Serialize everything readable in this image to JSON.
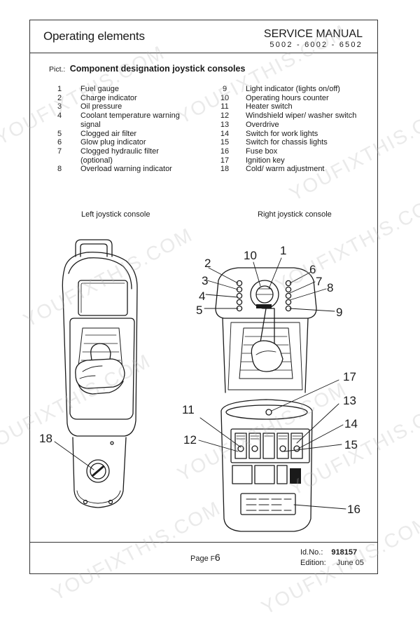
{
  "header": {
    "title": "Operating elements",
    "manual": "SERVICE MANUAL",
    "models": "5002 - 6002 - 6502"
  },
  "picture": {
    "label": "Pict.:",
    "title": "Component designation joystick consoles"
  },
  "legend_left": [
    {
      "num": "1",
      "text": "Fuel gauge"
    },
    {
      "num": "2",
      "text": "Charge indicator"
    },
    {
      "num": "3",
      "text": "Oil pressure"
    },
    {
      "num": "4",
      "text": "Coolant temperature warning",
      "cont": "signal"
    },
    {
      "num": "5",
      "text": "Clogged air filter"
    },
    {
      "num": "6",
      "text": "Glow plug indicator"
    },
    {
      "num": "7",
      "text": "Clogged hydraulic filter",
      "cont": "(optional)"
    },
    {
      "num": "8",
      "text": "Overload warning indicator"
    }
  ],
  "legend_right": [
    {
      "num": "9",
      "text": "Light indicator (lights on/off)"
    },
    {
      "num": "10",
      "text": "Operating hours counter"
    },
    {
      "num": "11",
      "text": "Heater switch"
    },
    {
      "num": "12",
      "text": "Windshield wiper/ washer switch"
    },
    {
      "num": "13",
      "text": "Overdrive"
    },
    {
      "num": "14",
      "text": "Switch for work lights"
    },
    {
      "num": "15",
      "text": "Switch for chassis lights"
    },
    {
      "num": "16",
      "text": "Fuse box"
    },
    {
      "num": "17",
      "text": "Ignition key"
    },
    {
      "num": "18",
      "text": "Cold/ warm adjustment"
    }
  ],
  "captions": {
    "left": "Left joystick console",
    "right": "Right joystick console"
  },
  "callouts": {
    "c1": "1",
    "c2": "2",
    "c3": "3",
    "c4": "4",
    "c5": "5",
    "c6": "6",
    "c7": "7",
    "c8": "8",
    "c9": "9",
    "c10": "10",
    "c11": "11",
    "c12": "12",
    "c13": "13",
    "c14": "14",
    "c15": "15",
    "c16": "16",
    "c17": "17",
    "c18": "18"
  },
  "footer": {
    "page_label": "Page",
    "page_prefix": "F",
    "page_num": "6",
    "id_label": "Id.No.:",
    "id_value": "918157",
    "edition_label": "Edition:",
    "edition_value": "June 05"
  },
  "watermark": "YOUFIXTHIS.COM"
}
